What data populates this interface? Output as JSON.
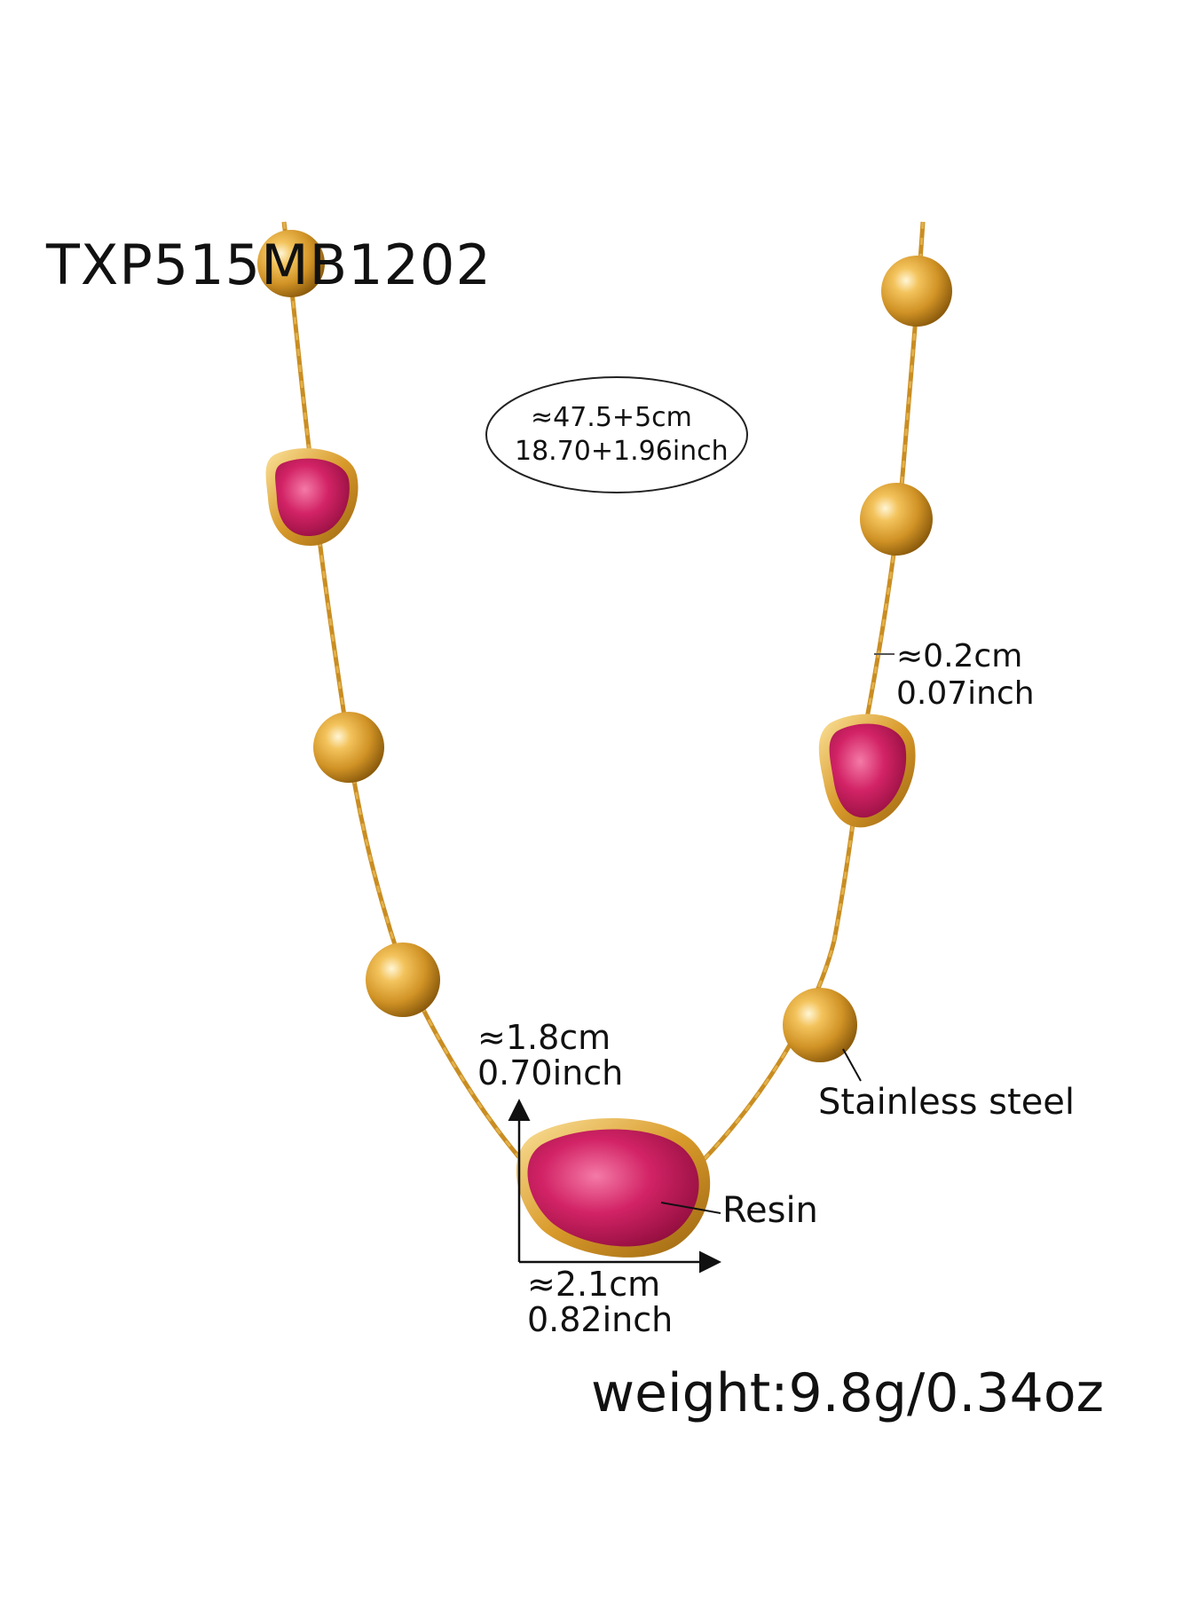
{
  "product": {
    "code": "TXP515MB1202",
    "length_cm": "≈47.5+5cm",
    "length_inch": "18.70+1.96inch",
    "chain_width_cm": "≈0.2cm",
    "chain_width_inch": "0.07inch",
    "pendant_height_cm": "≈1.8cm",
    "pendant_height_inch": "0.70inch",
    "pendant_width_cm": "≈2.1cm",
    "pendant_width_inch": "0.82inch",
    "material_beads": "Stainless steel",
    "material_stone": "Resin",
    "weight": "weight:9.8g/0.34oz"
  },
  "colors": {
    "gold": "#d9a13a",
    "gold_highlight": "#fff1c2",
    "gold_shadow": "#9a6510",
    "stone": "#c8195a",
    "stone_light": "#f06a9a",
    "text": "#111111"
  }
}
